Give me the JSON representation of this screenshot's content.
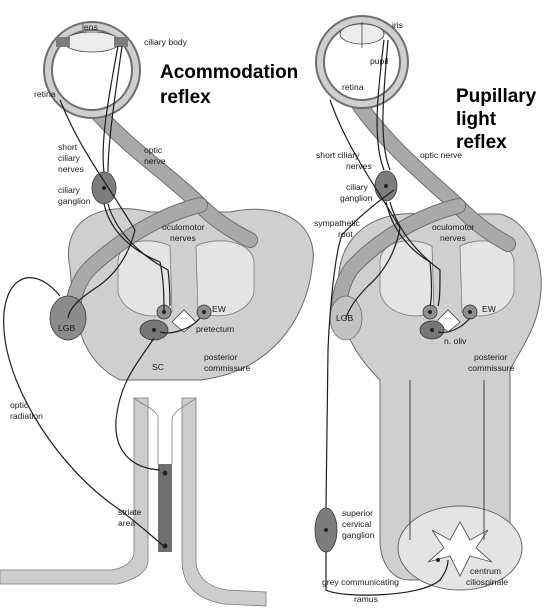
{
  "left_panel": {
    "title_line1": "Acommodation",
    "title_line2": "reflex",
    "labels": {
      "lens": "lens",
      "ciliary_body": "ciliary body",
      "retina": "retina",
      "short_ciliary_1": "short",
      "short_ciliary_2": "ciliary",
      "short_ciliary_3": "nerves",
      "optic_nerve_1": "optic",
      "optic_nerve_2": "nerve",
      "ciliary_ganglion_1": "ciliary",
      "ciliary_ganglion_2": "ganglion",
      "oculomotor_1": "oculomotor",
      "oculomotor_2": "nerves",
      "ew": "EW",
      "lgb": "LGB",
      "pretectum": "pretectum",
      "sc": "SC",
      "posterior_1": "posterior",
      "posterior_2": "commissure",
      "optic_radiation_1": "optic",
      "optic_radiation_2": "radiation",
      "striate_1": "striate",
      "striate_2": "area"
    }
  },
  "right_panel": {
    "title_line1": "Pupillary",
    "title_line2": "light",
    "title_line3": "reflex",
    "labels": {
      "iris": "iris",
      "pupil": "pupil",
      "retina": "retina",
      "short_ciliary_1": "short ciliary",
      "short_ciliary_2": "nerves",
      "optic_nerve": "optic nerve",
      "ciliary_ganglion_1": "ciliary",
      "ciliary_ganglion_2": "ganglion",
      "sympathetic_1": "sympathetic",
      "sympathetic_2": "root",
      "oculomotor_1": "oculomotor",
      "oculomotor_2": "nerves",
      "lgb": "LGB",
      "ew": "EW",
      "n_oliv": "n. oliv",
      "posterior_1": "posterior",
      "posterior_2": "commissure",
      "superior_1": "superior",
      "superior_2": "cervical",
      "superior_3": "ganglion",
      "grey_1": "grey communicating",
      "grey_2": "ramus",
      "centrum_1": "centrum",
      "centrum_2": "ciliospinale"
    }
  }
}
